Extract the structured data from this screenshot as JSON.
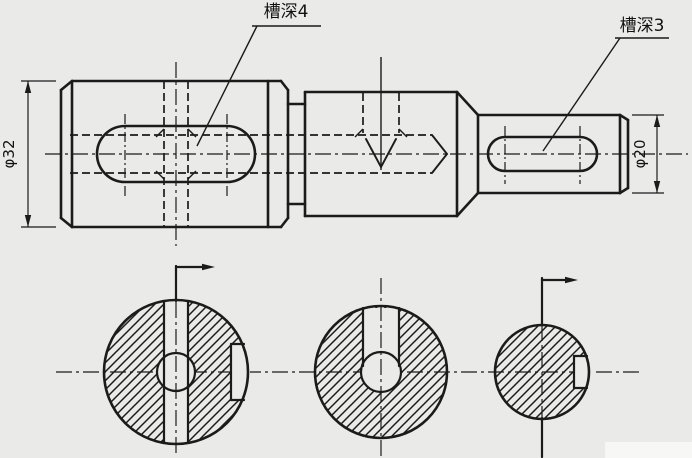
{
  "annotations": {
    "keyway_depth_large": "槽深4",
    "keyway_depth_small": "槽深3"
  },
  "dimensions": {
    "large_diameter": "φ32",
    "small_diameter": "φ20"
  },
  "colors": {
    "background": "#eaeae8",
    "line": "#1b1b1b",
    "watermark_patch": "#f7f7f6"
  }
}
